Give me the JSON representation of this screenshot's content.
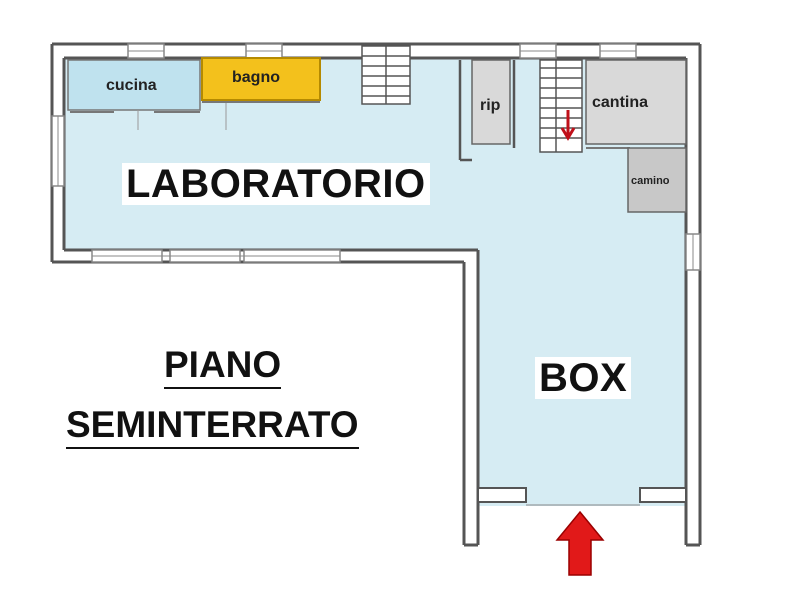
{
  "rooms": {
    "laboratorio": "LABORATORIO",
    "box": "BOX",
    "cucina": "cucina",
    "bagno": "bagno",
    "rip": "rip",
    "cantina": "cantina",
    "camino": "camino"
  },
  "title": {
    "line1": "PIANO",
    "line2": "SEMINTERRATO"
  },
  "colors": {
    "floor": "#d6ecf3",
    "room_blue": "#bfe2ee",
    "bagno": "#f3c11c",
    "gray_room": "#d9d9d9",
    "camino": "#c8c8c8",
    "wall": "#555555",
    "window": "#9a9a9a",
    "entrance_arrow": "#e11919"
  },
  "icons": {
    "entrance": "red-up-arrow-icon"
  }
}
